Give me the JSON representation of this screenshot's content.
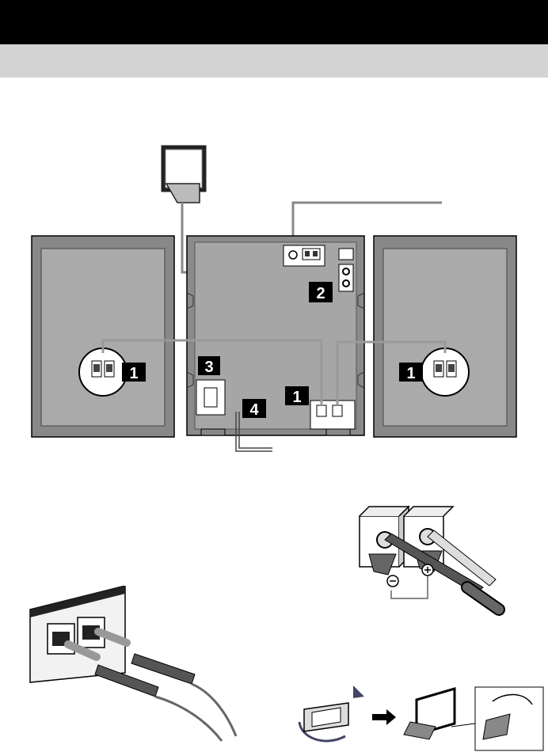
{
  "header": {
    "bar_color": "#000000",
    "subbar_color": "#d3d3d3"
  },
  "badges": {
    "speaker_left": "1",
    "speaker_right": "1",
    "unit_speaker_terminal": "1",
    "antenna_terminal": "2",
    "voltage_selector": "3",
    "power_cord": "4"
  },
  "symbols": {
    "minus": "⊖",
    "plus": "⊕"
  },
  "icons": [
    "loop-antenna-icon",
    "arrow-right-icon",
    "rotate-arrow-icon"
  ]
}
